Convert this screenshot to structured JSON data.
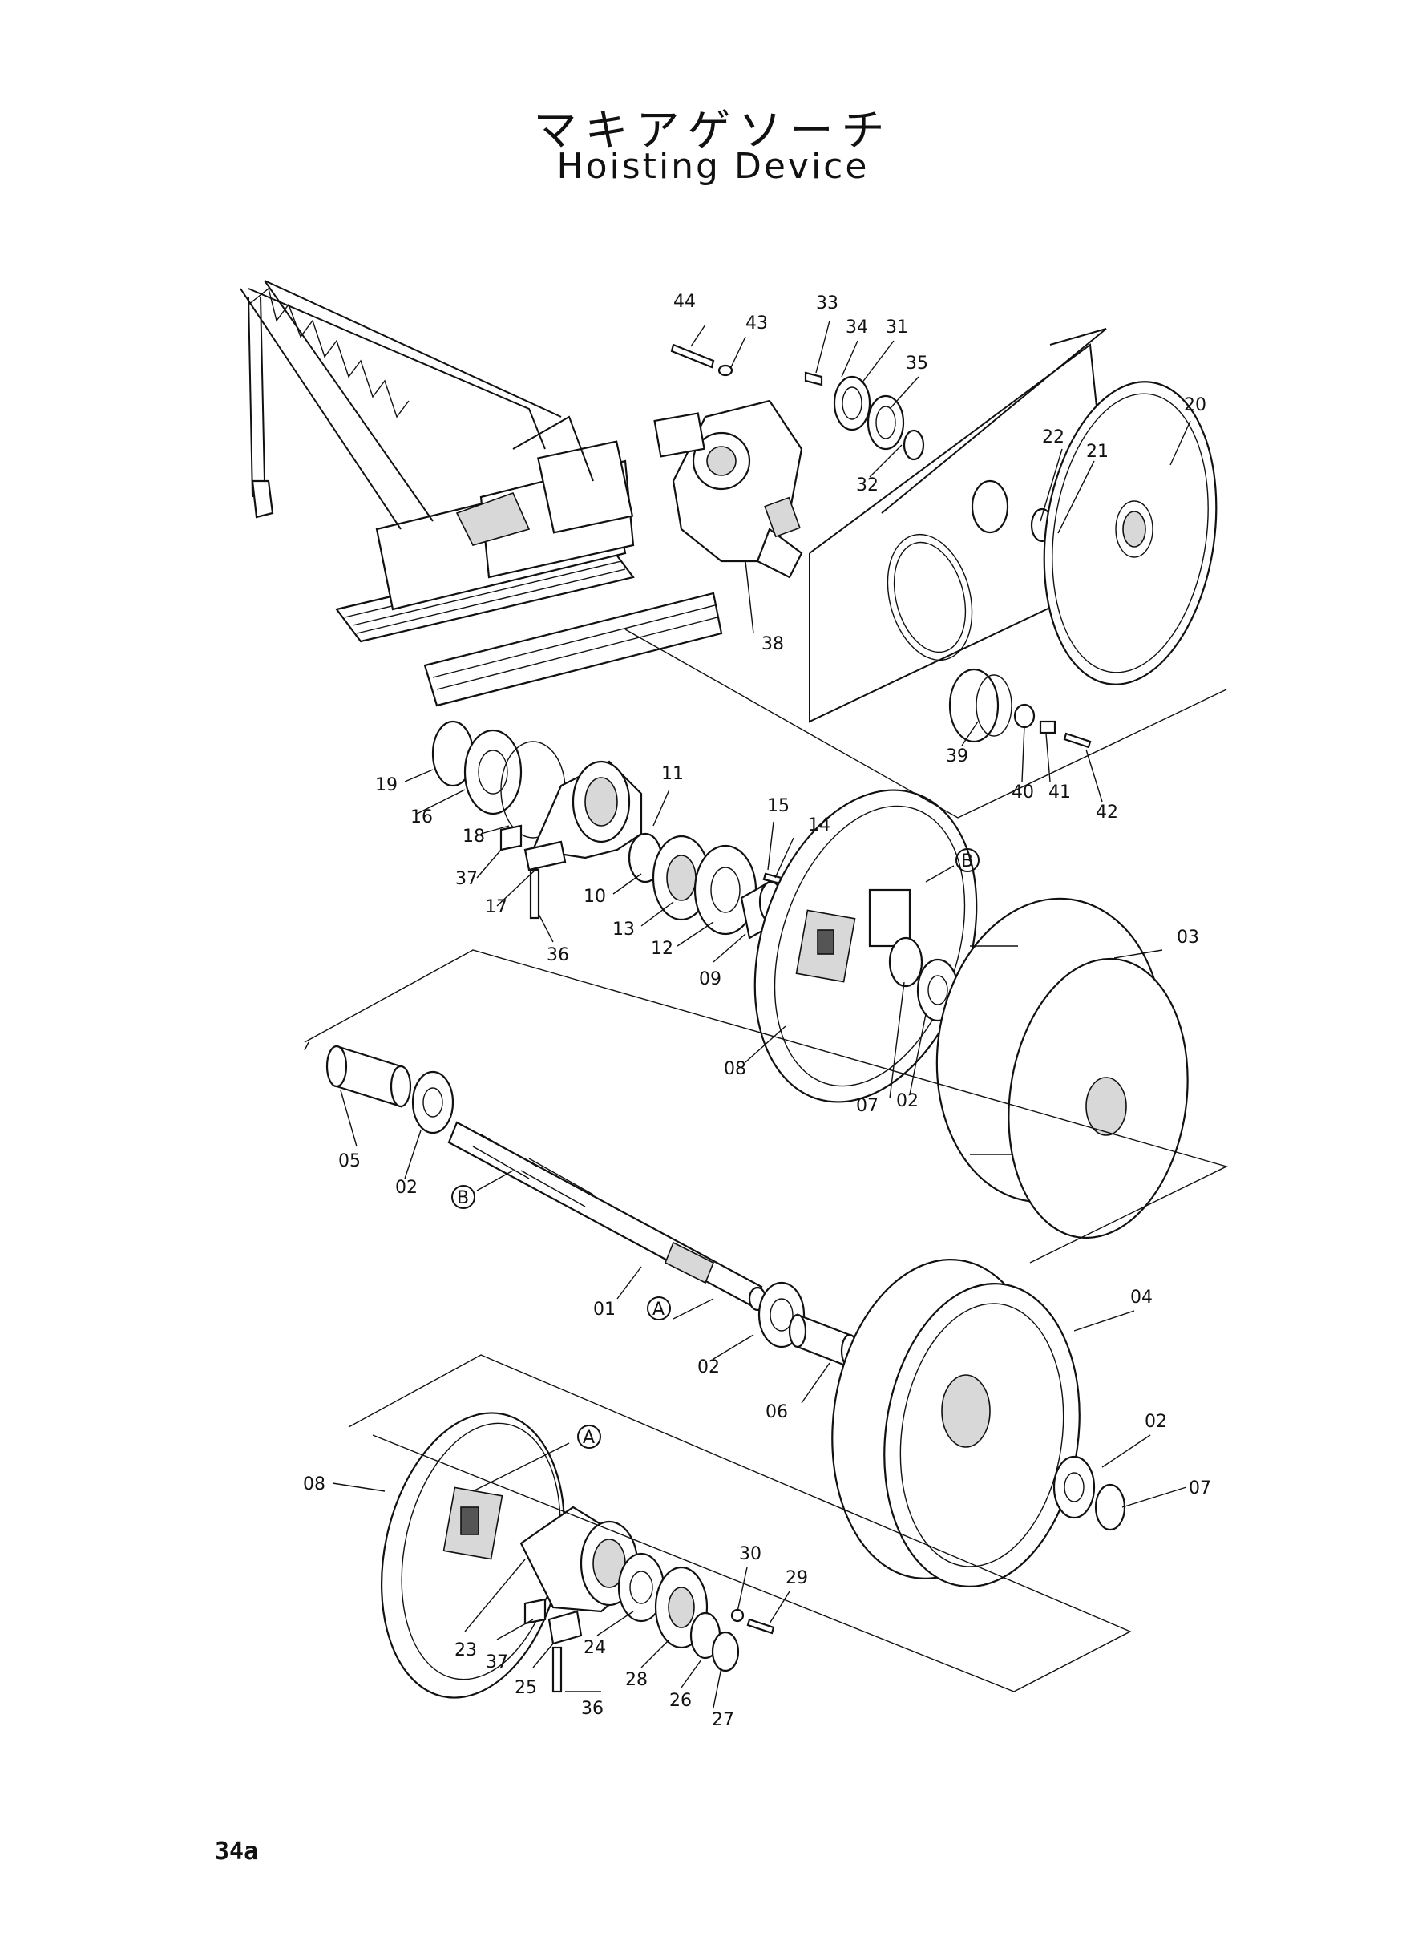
{
  "title": {
    "japanese": "マキアゲソーチ",
    "english": "Hoisting Device"
  },
  "page_number": "34a",
  "part_labels": [
    "44",
    "43",
    "33",
    "34",
    "31",
    "35",
    "20",
    "22",
    "21",
    "32",
    "38",
    "39",
    "40",
    "41",
    "42",
    "19",
    "16",
    "18",
    "37",
    "17",
    "36",
    "11",
    "10",
    "13",
    "12",
    "09",
    "15",
    "14",
    "B",
    "03",
    "08",
    "07",
    "02",
    "05",
    "02",
    "B",
    "01",
    "A",
    "02",
    "06",
    "04",
    "02",
    "07",
    "08",
    "A",
    "23",
    "37",
    "25",
    "36",
    "24",
    "28",
    "26",
    "27",
    "30",
    "29"
  ],
  "callout_markers": [
    "A",
    "B"
  ]
}
